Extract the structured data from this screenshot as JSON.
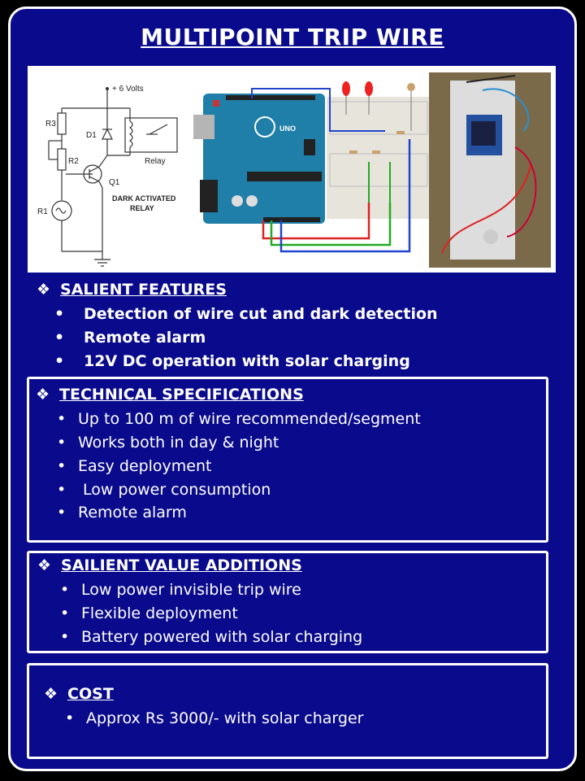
{
  "title": "MULTIPOINT TRIP WIRE",
  "schematic": {
    "supply": "+ 6 Volts",
    "r3": "R3",
    "r2": "R2",
    "r1": "R1",
    "d1": "D1",
    "q1": "Q1",
    "relay": "Relay",
    "caption_line1": "DARK ACTIVATED",
    "caption_line2": "RELAY"
  },
  "salient_features": {
    "heading": "SALIENT FEATURES",
    "items": [
      "Detection of wire cut and dark detection",
      "Remote alarm",
      "12V DC operation with solar charging"
    ]
  },
  "technical_specifications": {
    "heading": "TECHNICAL SPECIFICATIONS",
    "items": [
      "Up to 100 m of wire recommended/segment",
      "Works both in day & night",
      "Easy deployment",
      "Low power consumption",
      "Remote alarm"
    ]
  },
  "value_additions": {
    "heading": "SAILIENT VALUE ADDITIONS",
    "items": [
      "Low power invisible trip wire",
      "Flexible deployment",
      "Battery powered with solar charging"
    ]
  },
  "cost": {
    "heading": "COST",
    "items": [
      "Approx Rs 3000/- with solar charger"
    ]
  },
  "colors": {
    "background": "#0a0a8c",
    "text": "#ffffff",
    "board": "#1f7fa8"
  }
}
